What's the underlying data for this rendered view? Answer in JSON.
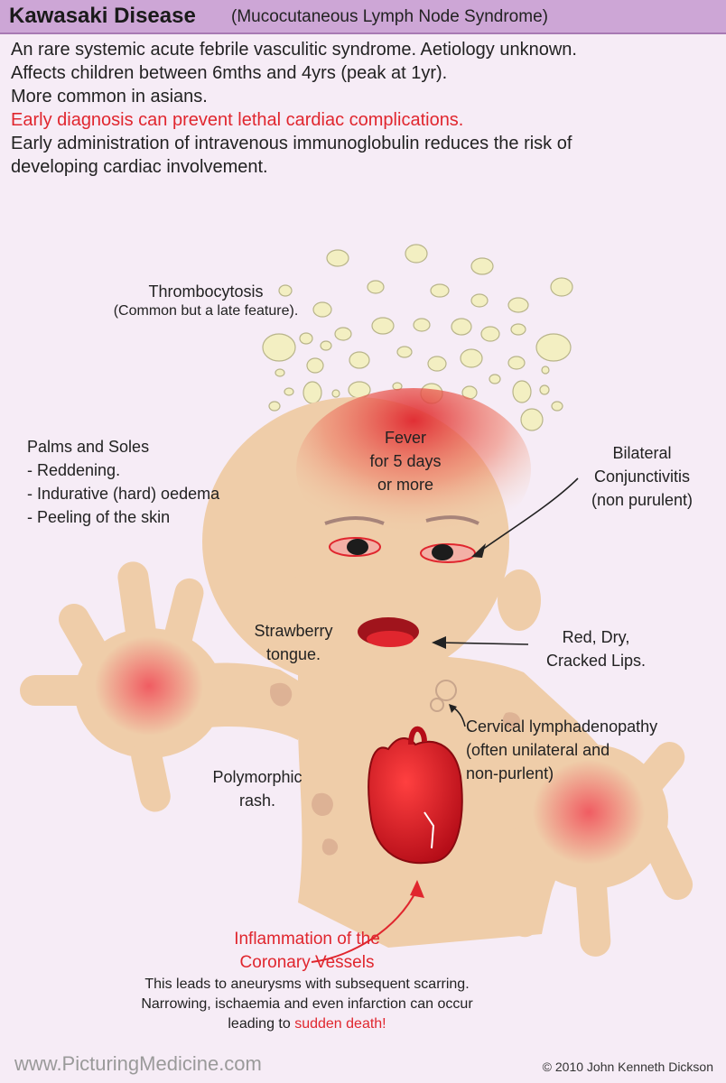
{
  "title": {
    "main": "Kawasaki Disease",
    "sub": "(Mucocutaneous Lymph Node Syndrome)"
  },
  "intro": {
    "line1": "An rare systemic acute febrile vasculitic syndrome. Aetiology unknown.",
    "line2": "Affects children between 6mths and 4yrs (peak at 1yr).",
    "line3": "More common in asians.",
    "line4": "Early diagnosis can prevent lethal cardiac complications.",
    "line5": "Early administration of intravenous immunoglobulin reduces the risk of",
    "line6": "developing cardiac involvement."
  },
  "labels": {
    "thrombocytosis": "Thrombocytosis",
    "thrombocytosis_note": "(Common but a late feature).",
    "fever_1": "Fever",
    "fever_2": "for 5 days",
    "fever_3": "or more",
    "palms_title": "Palms and Soles",
    "palms_1": "- Reddening.",
    "palms_2": "- Indurative (hard) oedema",
    "palms_3": "- Peeling of the skin",
    "conj_1": "Bilateral",
    "conj_2": "Conjunctivitis",
    "conj_3": "(non purulent)",
    "strawberry_1": "Strawberry",
    "strawberry_2": "tongue.",
    "lips_1": "Red, Dry,",
    "lips_2": "Cracked Lips.",
    "cervical_1": "Cervical lymphadenopathy",
    "cervical_2": "(often unilateral and",
    "cervical_3": "non-purlent)",
    "rash_1": "Polymorphic",
    "rash_2": "rash.",
    "coronary_1": "Inflammation of the",
    "coronary_2": "Coronary Vessels",
    "coronary_3": "This leads to aneurysms with subsequent scarring.",
    "coronary_4": "Narrowing, ischaemia and even infarction can occur",
    "coronary_5": "leading to",
    "coronary_6": "sudden death!"
  },
  "footer": {
    "website": "www.PicturingMedicine.com",
    "copyright": "© 2010 John Kenneth Dickson"
  },
  "colors": {
    "title_bar": "#cda6d6",
    "background": "#f6ecf6",
    "accent_red": "#e0262e",
    "skin": "#efcda9",
    "platelet": "#f3efc2"
  }
}
